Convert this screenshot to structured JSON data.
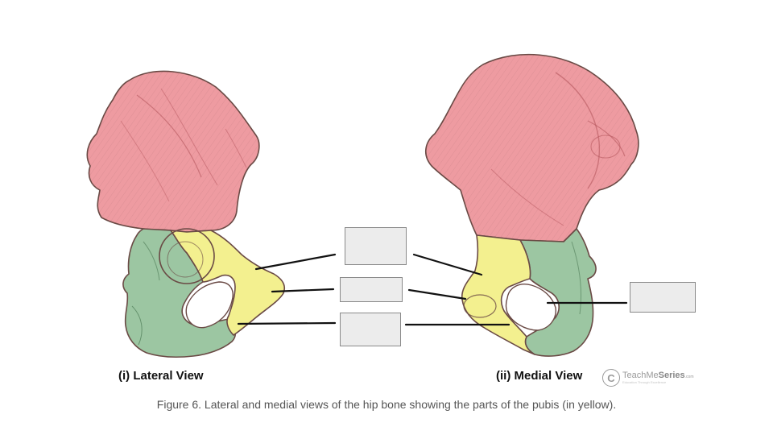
{
  "views": {
    "lateral_label": "(i) Lateral View",
    "medial_label": "(ii) Medial View"
  },
  "caption": "Figure 6. Lateral and medial views of the hip bone showing the parts of the pubis (in yellow).",
  "logo": {
    "symbol": "C",
    "brand_plain": "TeachMe",
    "brand_bold": "Series",
    "suffix": ".com",
    "tagline": "Education Through Excellence"
  },
  "label_boxes": [
    {
      "name": "label-box-top",
      "text": ""
    },
    {
      "name": "label-box-middle",
      "text": ""
    },
    {
      "name": "label-box-bottom",
      "text": ""
    },
    {
      "name": "label-box-right",
      "text": ""
    }
  ],
  "colors": {
    "ilium": "#ee9ba1",
    "ischium": "#9cc6a2",
    "pubis": "#f3f08f",
    "outline": "#6a4a45",
    "leader_line": "#111111",
    "box_fill": "#ececec"
  }
}
